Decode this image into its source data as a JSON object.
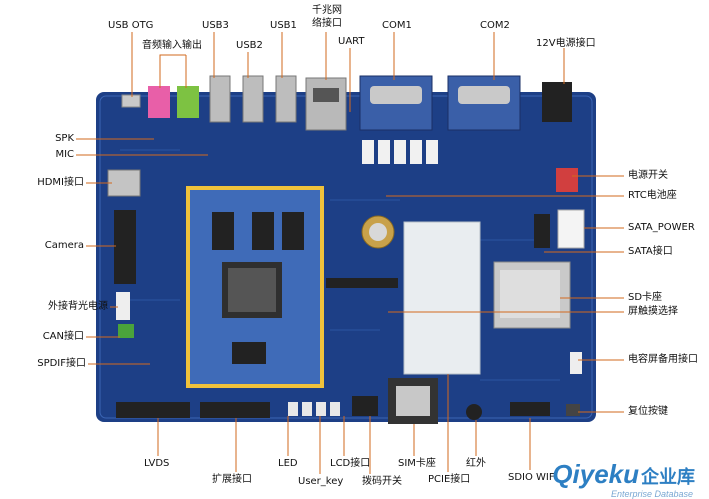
{
  "labels": {
    "usb_otg": "USB OTG",
    "audio_io": "音频输入输出",
    "usb3": "USB3",
    "usb2": "USB2",
    "usb1": "USB1",
    "ethernet_l1": "千兆网",
    "ethernet_l2": "络接口",
    "uart": "UART",
    "com1": "COM1",
    "com2": "COM2",
    "power_12v": "12V电源接口",
    "spk": "SPK",
    "mic": "MIC",
    "hdmi": "HDMI接口",
    "camera": "Camera",
    "backlight": "外接背光电源",
    "can": "CAN接口",
    "spdif": "SPDIF接口",
    "power_switch": "电源开关",
    "rtc_battery": "RTC电池座",
    "sata_power": "SATA_POWER",
    "sata": "SATA接口",
    "sd_card": "SD卡座",
    "touch_select": "屏触摸选择",
    "cap_screen": "电容屏备用接口",
    "reset": "复位按键",
    "lvds": "LVDS",
    "expansion": "扩展接口",
    "led": "LED",
    "user_key": "User_key",
    "lcd": "LCD接口",
    "dip_switch": "拨码开关",
    "sim": "SIM卡座",
    "pcie": "PCIE接口",
    "ir": "红外",
    "sdio_wifi": "SDIO WIFI"
  },
  "watermark": {
    "brand": "Qiyeku",
    "cn": "企业库",
    "sub": "Enterprise Database"
  }
}
